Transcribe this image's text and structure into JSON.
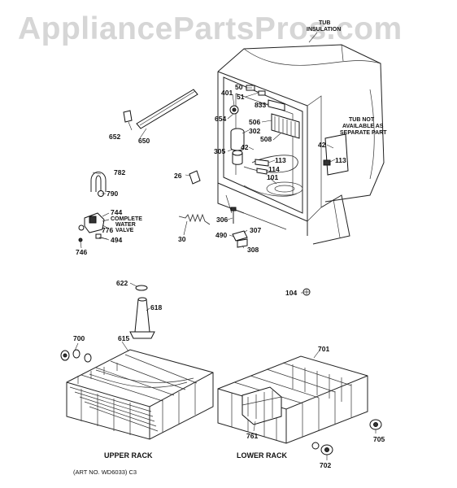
{
  "watermark": "AppliancePartsPros.com",
  "notes": {
    "tub_insulation_l1": "TUB",
    "tub_insulation_l2": "INSULATION",
    "tub_not_available_l1": "TUB NOT",
    "tub_not_available_l2": "AVAILABLE AS",
    "tub_not_available_l3": "SEPARATE PART",
    "complete_water_valve_l1": "COMPLETE",
    "complete_water_valve_l2": "WATER",
    "complete_water_valve_l3": "VALVE"
  },
  "captions": {
    "upper_rack": "UPPER RACK",
    "lower_rack": "LOWER RACK",
    "art_no": "(ART NO. WD6033) C3"
  },
  "part_labels": {
    "p50": "50",
    "p51": "51",
    "p401": "401",
    "p833": "833",
    "p654": "654",
    "p506": "506",
    "p302": "302",
    "p508": "508",
    "p42a": "42",
    "p42b": "42",
    "p305": "305",
    "p113a": "113",
    "p113b": "113",
    "p114": "114",
    "p101": "101",
    "p652": "652",
    "p650": "650",
    "p782": "782",
    "p790": "790",
    "p26": "26",
    "p744": "744",
    "p776": "776",
    "p494": "494",
    "p746": "746",
    "p30": "30",
    "p306": "306",
    "p307": "307",
    "p490": "490",
    "p308": "308",
    "p622": "622",
    "p618": "618",
    "p104": "104",
    "p700": "700",
    "p615": "615",
    "p701": "701",
    "p761": "761",
    "p705": "705",
    "p702": "702"
  }
}
